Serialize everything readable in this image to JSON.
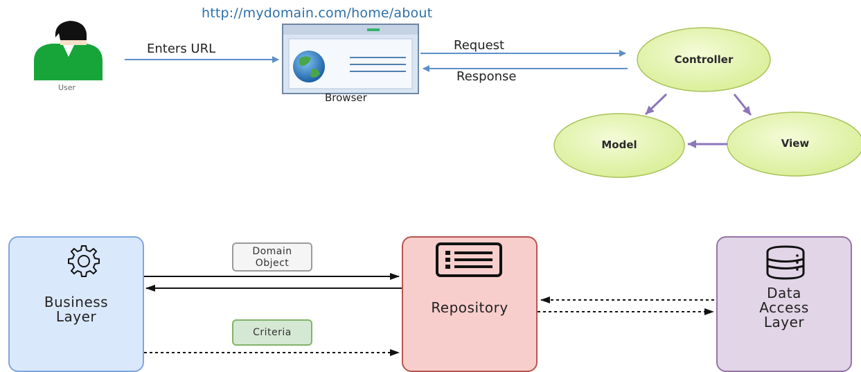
{
  "mvc": {
    "url": "http://mydomain.com/home/about",
    "user_label": "User",
    "enters_url_label": "Enters URL",
    "browser_label": "Browser",
    "request_label": "Request",
    "response_label": "Response",
    "nodes": {
      "controller": "Controller",
      "model": "Model",
      "view": "View"
    }
  },
  "repository_pattern": {
    "business_layer": [
      "Business",
      "Layer"
    ],
    "repository": "Repository",
    "data_access_layer": [
      "Data",
      "Access",
      "Layer"
    ],
    "domain_object": [
      "Domain",
      "Object"
    ],
    "criteria": "Criteria"
  },
  "colors": {
    "mvc_arrow": "#5b8fc7",
    "node_arrow": "#8b76b8",
    "node_fill": "#e6f5b5",
    "node_stroke": "#a9c25a",
    "user_green": "#17a53a",
    "business_fill": "#dae8fc",
    "repository_fill": "#f8cecc",
    "dal_fill": "#e1d5e7"
  }
}
